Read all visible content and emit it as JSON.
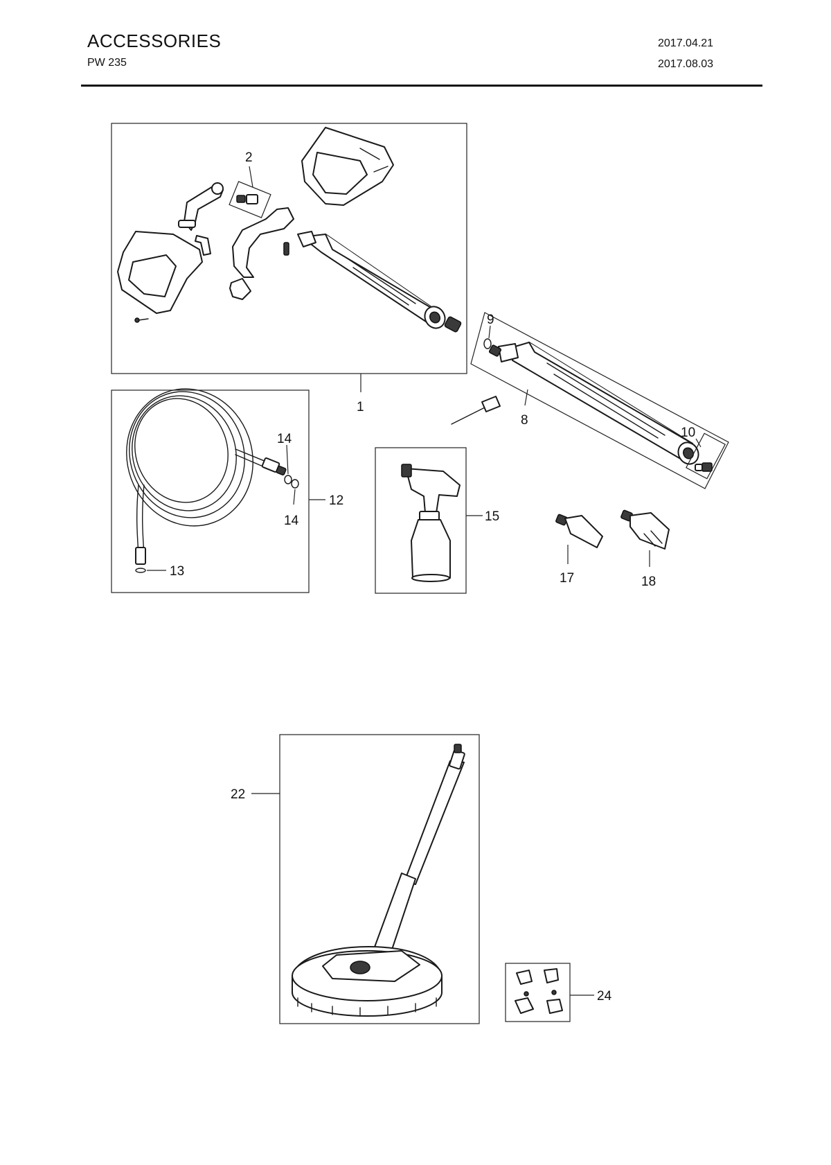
{
  "header": {
    "title": "ACCESSORIES",
    "model": "PW 235",
    "date_created": "2017.04.21",
    "date_revised": "2017.08.03"
  },
  "callouts": {
    "c1": "1",
    "c2": "2",
    "c8": "8",
    "c9": "9",
    "c10": "10",
    "c12": "12",
    "c13": "13",
    "c14a": "14",
    "c14b": "14",
    "c15": "15",
    "c17": "17",
    "c18": "18",
    "c22": "22",
    "c24": "24"
  }
}
